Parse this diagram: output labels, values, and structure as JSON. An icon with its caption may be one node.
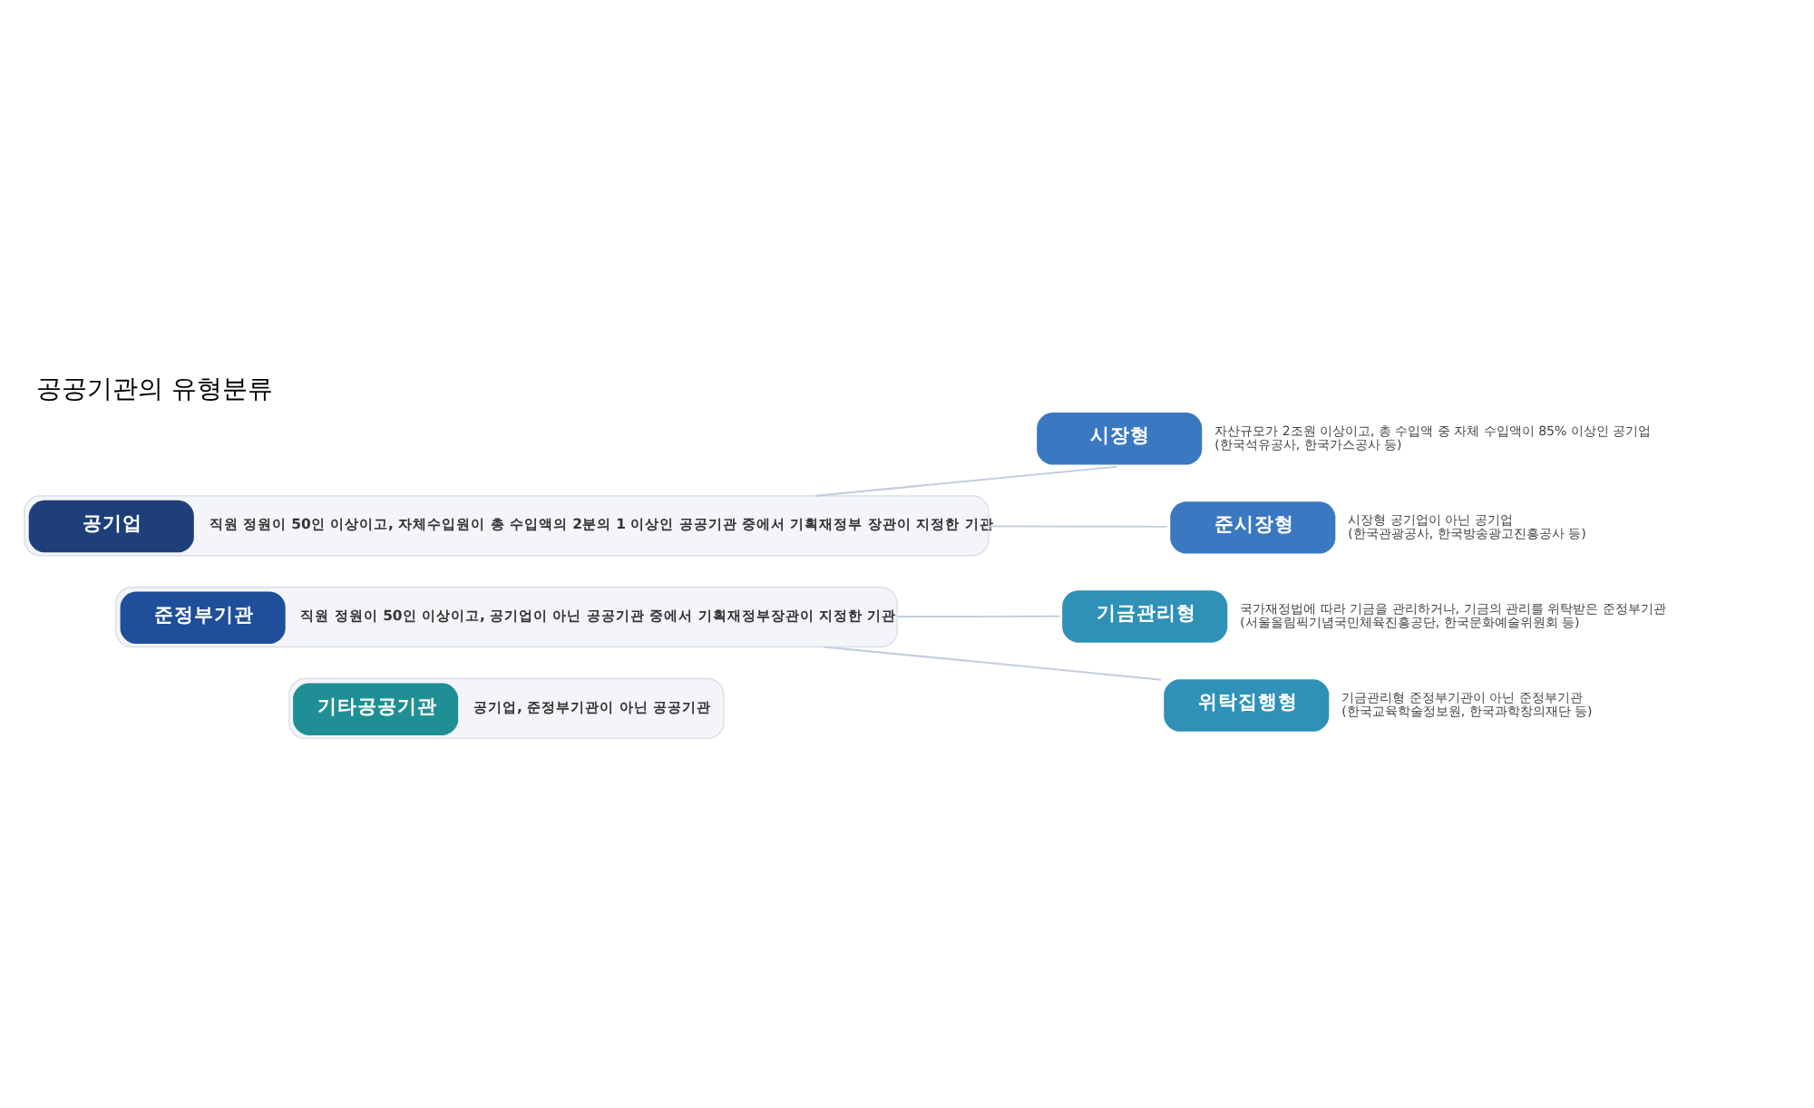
{
  "diagram": {
    "title": "공공기관의 유형분류",
    "nodes": [
      {
        "text": [
          "공기업",
          "직원 정원이 50인 이상이고, 자체수입원이 총 수입액의 2분의 1 이상인 공공기관 중에서 기획재정부 장관이 지정한 기관"
        ]
      },
      {
        "text": [
          "시장형"
        ],
        "beside": [
          "자산규모가 2조원 이상이고, 총 수입액 중 자체 수입액이 85% 이상인 공기업",
          "(한국석유공사, 한국가스공사 등)"
        ]
      },
      {
        "text": [
          "준시장형"
        ],
        "beside": [
          "시장형 공기업이 아닌 공기업",
          "(한국관광공사, 한국방송광고진흥공사 등)"
        ]
      },
      {
        "text": [
          "준정부기관",
          "직원 정원이 50인 이상이고, 공기업이 아닌 공공기관 중에서 기획재정부장관이 지정한 기관"
        ]
      },
      {
        "text": [
          "기금관리형"
        ],
        "beside": [
          "국가재정법에 따라 기금을 관리하거나, 기금의 관리를 위탁받은 준정부기관",
          "(서울올림픽기념국민체육진흥공단, 한국문화예술위원회 등)"
        ]
      },
      {
        "text": [
          "위탁집행형"
        ],
        "beside": [
          "기금관리형 준정부기관이 아닌 준정부기관",
          "(한국교육학술정보원, 한국과학창의재단 등)"
        ]
      },
      {
        "text": [
          "기타공공기관",
          "공기업, 준정부기관이 아닌 공공기관"
        ]
      }
    ],
    "edges": [
      {
        "from": 0,
        "to": 1,
        "arrow": "none"
      },
      {
        "from": 0,
        "to": 2,
        "arrow": "none"
      },
      {
        "from": 3,
        "to": 4,
        "arrow": "none"
      },
      {
        "from": 3,
        "to": 5,
        "arrow": "none"
      }
    ]
  }
}
